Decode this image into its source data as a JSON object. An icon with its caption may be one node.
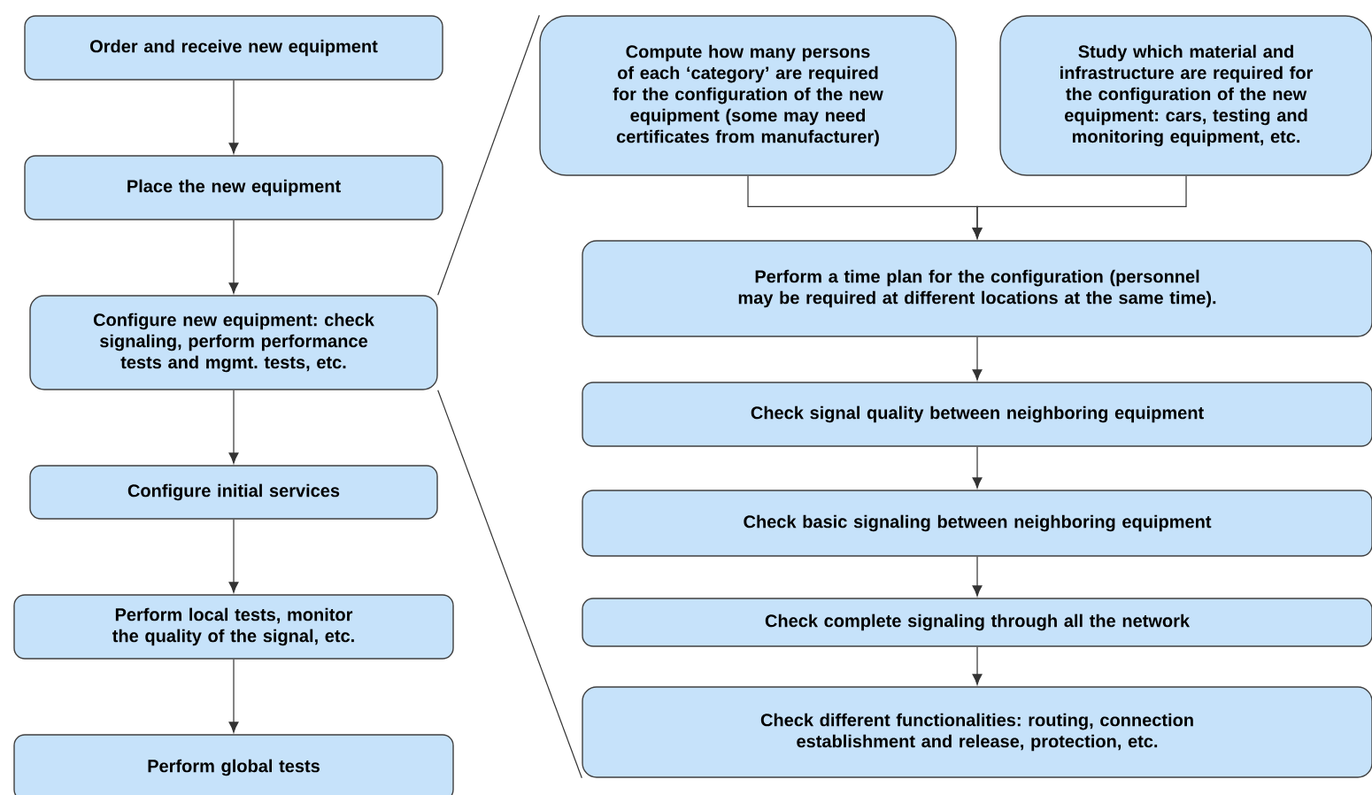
{
  "diagram": {
    "nodes": [
      {
        "text": [
          "Order and receive new equipment"
        ]
      },
      {
        "text": [
          "Place the new equipment"
        ]
      },
      {
        "text": [
          "Configure new equipment: check signaling, perform performance tests and mgmt. tests, etc."
        ]
      },
      {
        "text": [
          "Configure initial services"
        ]
      },
      {
        "text": [
          "Perform local tests, monitor the quality of the signal, etc."
        ]
      },
      {
        "text": [
          "Perform global tests"
        ]
      },
      {
        "text": [
          "Compute how many persons of each ‘category’ are required for the configuration of the new equipment (some may need certificates from manufacturer)"
        ]
      },
      {
        "text": [
          "Study which material and infrastructure are required for the configuration of the new equipment: cars, testing and monitoring equipment, etc."
        ]
      },
      {
        "text": [
          "Perform a time plan for the configuration (personnel may be required at different locations at the same time)."
        ]
      },
      {
        "text": [
          "Check signal quality between neighboring equipment"
        ]
      },
      {
        "text": [
          "Check basic signaling between neighboring equipment"
        ]
      },
      {
        "text": [
          "Check complete signaling through all the network"
        ]
      },
      {
        "text": [
          "Check different functionalities: routing, connection establishment and release, protection, etc."
        ]
      }
    ],
    "edges": [
      {
        "from": 0,
        "to": 1,
        "arrow": "to"
      },
      {
        "from": 1,
        "to": 2,
        "arrow": "to"
      },
      {
        "from": 2,
        "to": 3,
        "arrow": "to"
      },
      {
        "from": 3,
        "to": 4,
        "arrow": "to"
      },
      {
        "from": 4,
        "to": 5,
        "arrow": "to"
      },
      {
        "from": 2,
        "to": 6,
        "arrow": "none"
      },
      {
        "from": 2,
        "to": 12,
        "arrow": "none"
      },
      {
        "from": 6,
        "to": 8,
        "arrow": "to"
      },
      {
        "from": 7,
        "to": 8,
        "arrow": "to"
      },
      {
        "from": 8,
        "to": 9,
        "arrow": "to"
      },
      {
        "from": 9,
        "to": 10,
        "arrow": "to"
      },
      {
        "from": 10,
        "to": 11,
        "arrow": "to"
      },
      {
        "from": 11,
        "to": 12,
        "arrow": "to"
      }
    ]
  }
}
